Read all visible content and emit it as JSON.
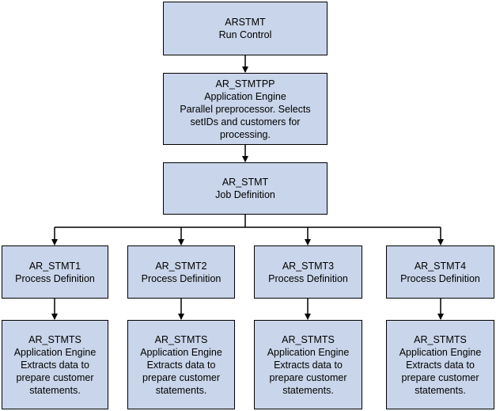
{
  "diagram": {
    "run_control": {
      "lines": [
        "ARSTMT",
        "Run Control"
      ]
    },
    "preprocessor": {
      "lines": [
        "AR_STMTPP",
        "Application Engine",
        "Parallel preprocessor. Selects",
        "setIDs and customers for",
        "processing."
      ]
    },
    "job": {
      "lines": [
        "AR_STMT",
        "Job Definition"
      ]
    },
    "processes": [
      {
        "lines": [
          "AR_STMT1",
          "Process Definition"
        ]
      },
      {
        "lines": [
          "AR_STMT2",
          "Process Definition"
        ]
      },
      {
        "lines": [
          "AR_STMT3",
          "Process Definition"
        ]
      },
      {
        "lines": [
          "AR_STMT4",
          "Process Definition"
        ]
      }
    ],
    "engines": [
      {
        "lines": [
          "AR_STMTS",
          "Application Engine",
          "Extracts data to",
          "prepare customer",
          "statements."
        ]
      },
      {
        "lines": [
          "AR_STMTS",
          "Application Engine",
          "Extracts data to",
          "prepare customer",
          "statements."
        ]
      },
      {
        "lines": [
          "AR_STMTS",
          "Application Engine",
          "Extracts data to",
          "prepare customer",
          "statements."
        ]
      },
      {
        "lines": [
          "AR_STMTS",
          "Application Engine",
          "Extracts data to",
          "prepare customer",
          "statements."
        ]
      }
    ],
    "colors": {
      "box_fill": "#c9d5ea",
      "border": "#000000",
      "connector": "#000000"
    }
  }
}
